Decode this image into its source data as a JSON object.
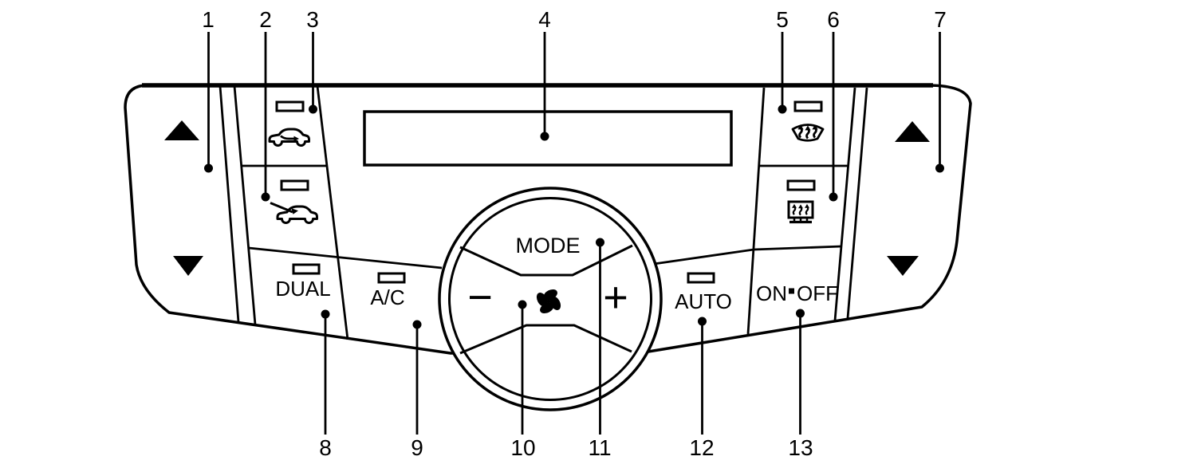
{
  "diagram": {
    "name": "automatic-climate-control-panel",
    "background_color": "#ffffff",
    "line_color": "#000000"
  },
  "callouts": {
    "top": [
      "1",
      "2",
      "3",
      "4",
      "5",
      "6",
      "7"
    ],
    "bottom": [
      "8",
      "9",
      "10",
      "11",
      "12",
      "13"
    ]
  },
  "buttons": {
    "mode": "MODE",
    "dual": "DUAL",
    "ac": "A/C",
    "auto": "AUTO",
    "on": "ON",
    "off": "OFF",
    "fan_decrease": "−",
    "fan_increase": "+"
  },
  "icons": {
    "left_temp_up": "triangle-up",
    "left_temp_down": "triangle-down",
    "right_temp_up": "triangle-up",
    "right_temp_down": "triangle-down",
    "recirculation": "car-with-inside-arrow",
    "fresh_air": "car-with-entering-arrow",
    "windshield_defrost": "windshield-with-heat-arrows",
    "rear_defrost": "rear-window-with-heat-arrows",
    "fan": "fan-blades",
    "indicator_light": "small-rectangle"
  }
}
